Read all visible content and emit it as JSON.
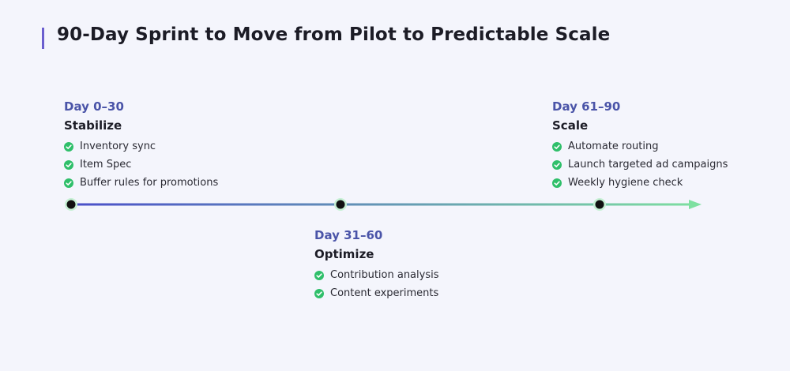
{
  "title": "90-Day Sprint to Move from Pilot to Predictable Scale",
  "colors": {
    "accent": "#6b5fcf",
    "line_start": "#4a4fc9",
    "line_end": "#7ee0a0",
    "check": "#2fbf6a",
    "day_label": "#4a54a8"
  },
  "phases": [
    {
      "days": "Day 0–30",
      "name": "Stabilize",
      "items": [
        "Inventory sync",
        "Item Spec",
        "Buffer rules for promotions"
      ]
    },
    {
      "days": "Day 31–60",
      "name": "Optimize",
      "items": [
        "Contribution analysis",
        "Content experiments"
      ]
    },
    {
      "days": "Day 61–90",
      "name": "Scale",
      "items": [
        "Automate routing",
        "Launch targeted ad campaigns",
        "Weekly hygiene check"
      ]
    }
  ]
}
